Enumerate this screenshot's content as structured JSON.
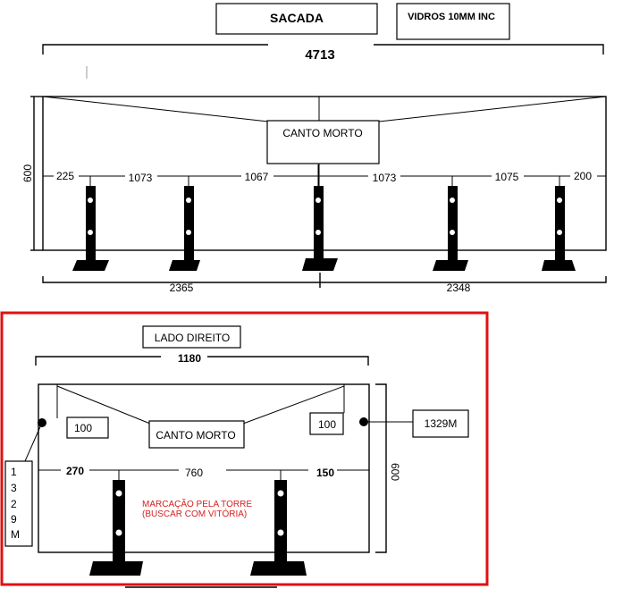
{
  "top": {
    "title": "SACADA",
    "glass_note": "VIDROS 10MM INC",
    "total_width": "4713",
    "height": "600",
    "dead_corner": "CANTO MORTO",
    "spacings": [
      "225",
      "1073",
      "1067",
      "1073",
      "1075",
      "200"
    ],
    "left_half": "2365",
    "right_half": "2348"
  },
  "bottom": {
    "title": "LADO DIREITO",
    "total_width": "1180",
    "dead_corner": "CANTO MORTO",
    "inset_left": "100",
    "inset_right": "100",
    "right_callout": "1329M",
    "left_callout_chars": [
      "1",
      "3",
      "2",
      "9",
      "M"
    ],
    "height": "600",
    "spacings": [
      "270",
      "760",
      "150"
    ],
    "note_line1": "MARCAÇÃO PELA TORRE",
    "note_line2": "(BUSCAR COM VITÓRIA)",
    "highlight_color": "#e01010"
  }
}
